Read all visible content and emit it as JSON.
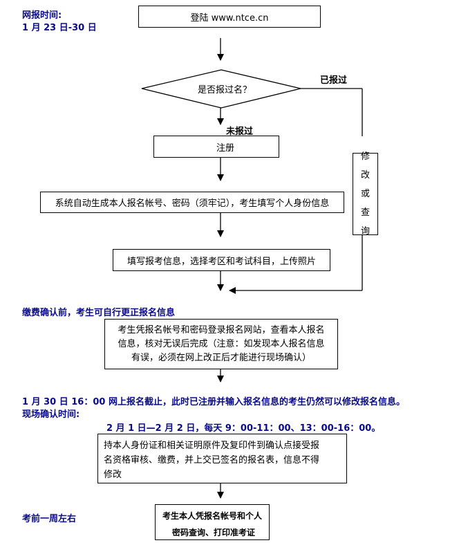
{
  "notes": {
    "online_time_label": "网报时间:",
    "online_time_range": "1 月 23 日-30 日",
    "fee_confirm_note": "缴费确认前，考生可自行更正报名信息",
    "deadline_note": "1 月 30 日 16：00 网上报名截止，此时已注册并输入报名信息的考生仍然可以修改报名信息。",
    "onsite_time_label": "现场确认时间:",
    "onsite_time_range": "2 月 1 日—2 月 2 日，每天 9：00-11：00、13：00-16：00。",
    "week_before_note": "考前一周左右"
  },
  "nodes": {
    "login": "登陆 www.ntce.cn",
    "decision": "是否报过名？",
    "register": "注册",
    "auto_gen": "系统自动生成本人报名帐号、密码（须牢记），考生填写个人身份信息",
    "fill_info": "填写报考信息，选择考区和考试科目，上传照片",
    "modify_chars": [
      "修",
      "改",
      "或",
      "查",
      "询"
    ],
    "verify_lines": [
      "考生凭报名帐号和密码登录报名网站，查看本人报名",
      "信息，核对无误后完成（注意：如发现本人报名信息",
      "有误，必须在网上改正后才能进行现场确认）"
    ],
    "onsite_lines": [
      "持本人身份证和相关证明原件及复印件到确认点接受报",
      "名资格审核、缴费，并上交已签名的报名表，信息不得",
      "修改"
    ],
    "print_lines": [
      "考生本人凭报名帐号和个人",
      "密码查询、打印准考证"
    ]
  },
  "edges": {
    "already_registered": "已报过",
    "not_registered": "未报过"
  },
  "colors": {
    "note_blue": "#0a0a8c",
    "line": "#000000"
  }
}
